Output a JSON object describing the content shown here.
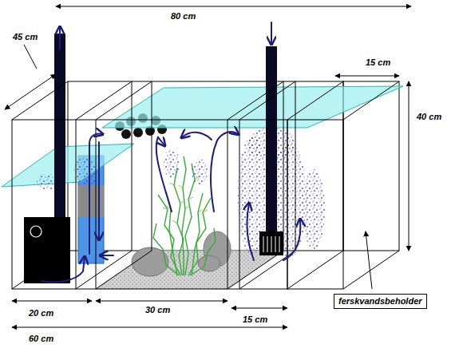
{
  "diagram": {
    "nodes": [
      {
        "text": [
          "ferskvandsbeholder"
        ]
      }
    ],
    "labels": [
      "80 cm",
      "45 cm",
      "15 cm",
      "40 cm",
      "20 cm",
      "30 cm",
      "15 cm",
      "60 cm"
    ]
  }
}
